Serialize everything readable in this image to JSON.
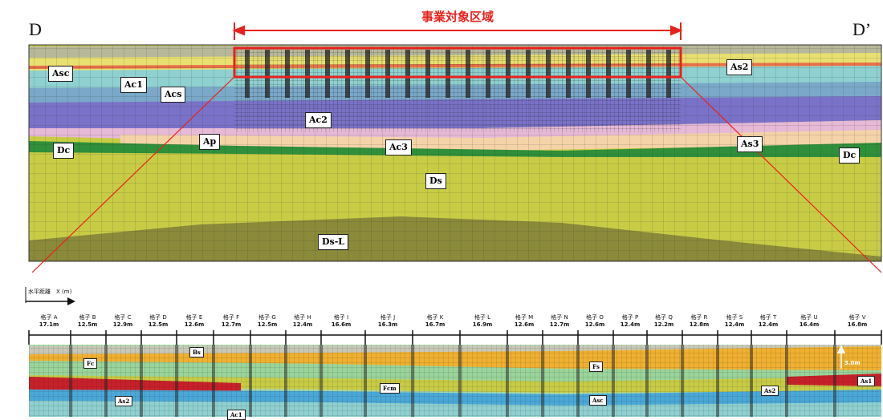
{
  "section": {
    "start_label": "D",
    "end_label": "D’"
  },
  "project_area": {
    "label": "事業対象区域",
    "color": "#e8211c"
  },
  "cross_section_layers": [
    {
      "name": "Asc",
      "color": "#e8e070"
    },
    {
      "name": "Ac1",
      "color": "#8fd0d0"
    },
    {
      "name": "Acs",
      "color": "#7aa8c8"
    },
    {
      "name": "Ac2",
      "color": "#7a72c8"
    },
    {
      "name": "Ap",
      "color": "#f2c79a"
    },
    {
      "name": "Ac3",
      "color": "#f5d3a8"
    },
    {
      "name": "Dc",
      "color": "#2f8f3a"
    },
    {
      "name": "Ds",
      "color": "#c8cc45"
    },
    {
      "name": "Ds-L",
      "color": "#8a8a3a"
    },
    {
      "name": "As3",
      "color": "#e8a040"
    },
    {
      "name": "As2",
      "color": "#c8cc45"
    }
  ],
  "axis": {
    "label": "水平距離　X (m)"
  },
  "grid_cells": [
    {
      "name": "格子 A",
      "width": "17.1m"
    },
    {
      "name": "格子 B",
      "width": "12.5m"
    },
    {
      "name": "格子 C",
      "width": "12.9m"
    },
    {
      "name": "格子 D",
      "width": "12.5m"
    },
    {
      "name": "格子 E",
      "width": "12.6m"
    },
    {
      "name": "格子 F",
      "width": "12.7m"
    },
    {
      "name": "格子 G",
      "width": "12.5m"
    },
    {
      "name": "格子 H",
      "width": "12.4m"
    },
    {
      "name": "格子 I",
      "width": "16.6m"
    },
    {
      "name": "格子 J",
      "width": "16.3m"
    },
    {
      "name": "格子 K",
      "width": "16.7m"
    },
    {
      "name": "格子 L",
      "width": "16.9m"
    },
    {
      "name": "格子 M",
      "width": "12.6m"
    },
    {
      "name": "格子 N",
      "width": "12.7m"
    },
    {
      "name": "格子 O",
      "width": "12.6m"
    },
    {
      "name": "格子 P",
      "width": "12.4m"
    },
    {
      "name": "格子 Q",
      "width": "12.2m"
    },
    {
      "name": "格子 R",
      "width": "12.8m"
    },
    {
      "name": "格子 S",
      "width": "12.4m"
    },
    {
      "name": "格子 T",
      "width": "12.4m"
    },
    {
      "name": "格子 U",
      "width": "16.4m"
    },
    {
      "name": "格子 V",
      "width": "16.8m"
    }
  ],
  "detail_labels": {
    "fc": "Fc",
    "bs": "Bs",
    "fcm": "Fcm",
    "fs": "Fs",
    "as2": "As2",
    "asc": "Asc",
    "ac1": "Ac1",
    "as1": "As1",
    "depth": "3.0m"
  }
}
